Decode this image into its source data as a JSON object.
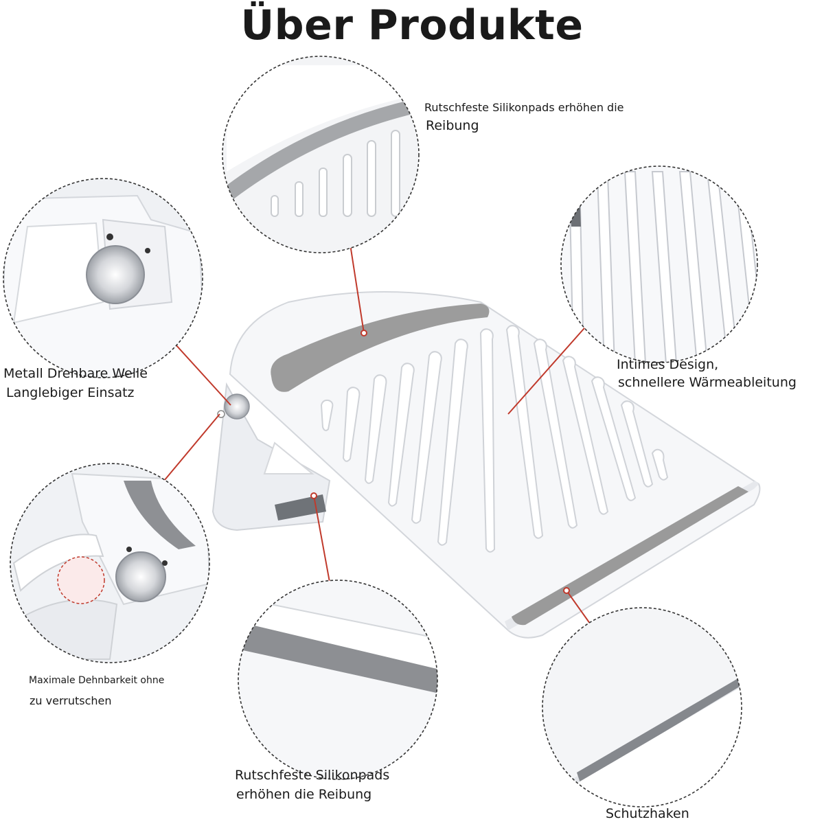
{
  "title": "Über Produkte",
  "labels": {
    "top_pads_line1": "Rutschfeste Silikonpads erhöhen die",
    "top_pads_line2": "Reibung",
    "shaft_line1": "Metall Drehbare Welle",
    "shaft_line2": "Langlebiger Einsatz",
    "design_line1": "Intimes Design,",
    "design_line2": "schnellere Wärmeableitung",
    "stretch_line1": "Maximale Dehnbarkeit ohne",
    "stretch_line2": "zu verrutschen",
    "bottom_pads_line1": "Rutschfeste Silikonpads",
    "bottom_pads_line2": "erhöhen die Reibung",
    "hook": "Schutzhaken"
  },
  "colors": {
    "stand_white": "#f4f5f7",
    "silicone_gray": "#9a9a9a",
    "leader_red": "#c0392b",
    "circle_border": "#333333",
    "text": "#1a1a1a"
  },
  "icons": {
    "hinge": "metal-hinge-icon"
  }
}
